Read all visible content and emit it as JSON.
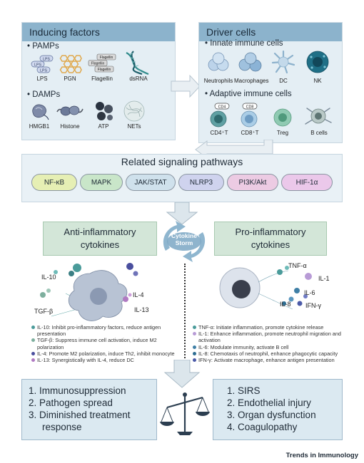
{
  "inducing": {
    "title": "Inducing factors",
    "pamps": "PAMPs",
    "pamp_items": [
      "LPS",
      "PGN",
      "Flagellin",
      "dsRNA"
    ],
    "damps": "DAMPs",
    "damp_items": [
      "HMGB1",
      "Histone",
      "ATP",
      "NETs"
    ],
    "lps_tags": [
      "LPS",
      "LPS",
      "LPS"
    ],
    "flagellin_tags": [
      "Flagellin",
      "Flagellin",
      "Flagellin"
    ]
  },
  "driver": {
    "title": "Driver cells",
    "innate": "Innate immune cells",
    "innate_items": [
      "Neutrophils",
      "Macrophages",
      "DC",
      "NK"
    ],
    "adaptive": "Adaptive immune cells",
    "adaptive_items": [
      "CD4⁺T",
      "CD8⁺T",
      "Treg",
      "B cells"
    ],
    "cd_tags": [
      "CD4",
      "CD8"
    ]
  },
  "pathways": {
    "title": "Related signaling pathways",
    "items": [
      "NF-κB",
      "MAPK",
      "JAK/STAT",
      "NLRP3",
      "PI3K/Akt",
      "HIF-1α"
    ],
    "colors": [
      "#e6efb4",
      "#c9e6c9",
      "#cfe1ec",
      "#cfd3ee",
      "#eccbe3",
      "#ebc8ea"
    ]
  },
  "storm": "Cytokine Storm",
  "anti": {
    "title_lines": [
      "Anti-inflammatory",
      "cytokines"
    ],
    "cytokines": [
      "IL-10",
      "IL-4",
      "TGF-β",
      "IL-13"
    ],
    "notes": [
      "IL-10: Inhibit pro-inflammatory factors, reduce antigen presentation",
      "TGF-β: Suppress immune cell activation, induce M2 polarization",
      "IL-4: Promote M2 polarization, induce Th2, inhibit monocyte",
      "IL-13: Synergistically with IL-4, reduce DC"
    ],
    "outcomes": [
      "1. Immunosuppression",
      "2. Pathogen spread",
      "3. Diminished treatment",
      "response"
    ]
  },
  "pro": {
    "title_lines": [
      "Pro-inflammatory",
      "cytokines"
    ],
    "cytokines": [
      "TNF-α",
      "IL-1",
      "IL-6",
      "IL-8",
      "IFN-γ"
    ],
    "notes": [
      "TNF-α: Initiate inflammation, promote cytokine release",
      "IL-1: Enhance inflammation, promote neutrophil migration and activation",
      "IL-6: Modulate immunity, activate B cell",
      "IL-8: Chemotaxis of neutrophil, enhance phagocytic capacity",
      "IFN-γ: Activate macrophage, enhance antigen presentation"
    ],
    "outcomes": [
      "1. SIRS",
      "2. Endothelial injury",
      "3. Organ dysfunction",
      "4. Coagulopathy"
    ]
  },
  "footer": "Trends in Immunology",
  "colors": {
    "panel": "#e4eef4",
    "header": "#8cb3cc",
    "accent": "#7ba7c4",
    "cytokine_green": "#d3e6d8"
  }
}
